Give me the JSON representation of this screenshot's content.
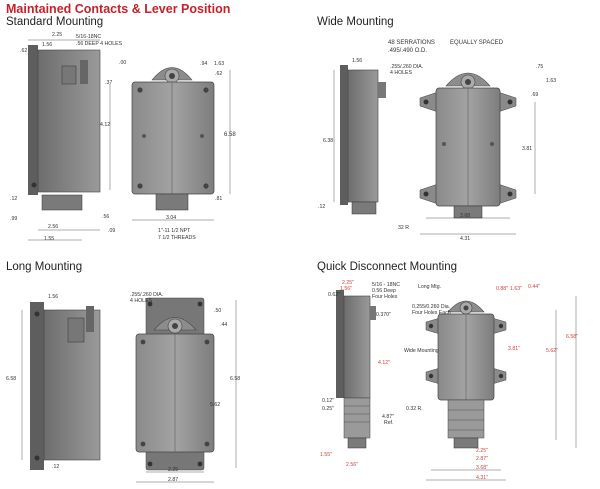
{
  "title": "Maintained Contacts & Lever Position",
  "sections": {
    "standard": "Standard Mounting",
    "wide": "Wide Mounting",
    "long": "Long Mounting",
    "quick": "Quick Disconnect Mounting"
  },
  "standard": {
    "dims": [
      "2.25",
      "1.56",
      ".62",
      "5/16-18NC",
      ".56 DEEP 4 HOLES",
      ".00",
      ".37",
      "4.12",
      "6.58",
      ".94",
      "1.63",
      ".62",
      ".12",
      ".99",
      "2.56",
      ".56",
      ".09",
      "1.55",
      "3.04",
      ".81",
      "1\"-11 1/2 NPT",
      "7 1/2 THREADS"
    ],
    "notes": [
      "5/16-18NC",
      ".56 DEEP 4 HOLES",
      "1\"-11 1/2 NPT",
      "7 1/2 THREADS"
    ]
  },
  "wide": {
    "notes": [
      "48 SERRATIONS",
      ".495/.490 O.D.",
      "EQUALLY SPACED",
      ".255/.260 DIA.",
      "4 HOLES",
      "32 R"
    ],
    "dims": [
      "1.56",
      "6.38",
      ".12",
      "3.68",
      "4.31",
      "3.81",
      "1.63",
      ".69",
      ".75"
    ]
  },
  "long": {
    "notes": [
      ".255/.260 DIA.",
      "4 HOLES"
    ],
    "dims": [
      "1.56",
      "6.58",
      "6.58",
      ".50",
      ".44",
      "5.62",
      ".12",
      "2.25",
      "2.87"
    ]
  },
  "quick": {
    "notes": [
      "5/16 - 18NC",
      "0.56 Deep",
      "Four Holes",
      "Long Mtg.",
      "0.255/0.260 Dia.",
      "Four Holes Each",
      "Wide Mounting",
      "0.32 R.",
      "4.87\"",
      "Ref."
    ],
    "dims": [
      "2.25\"",
      "1.56\"",
      "0.62\"",
      "0.370\"",
      "4.12\"",
      "3.81\"",
      "0.12\"",
      "0.25\"",
      "1.55\"",
      "2.56\"",
      "0.88\"",
      "1.63\"",
      "0.44\"",
      "6.58\"",
      "5.62\"",
      "2.25\"",
      "2.87\"",
      "3.68\"",
      "4.31\""
    ]
  }
}
